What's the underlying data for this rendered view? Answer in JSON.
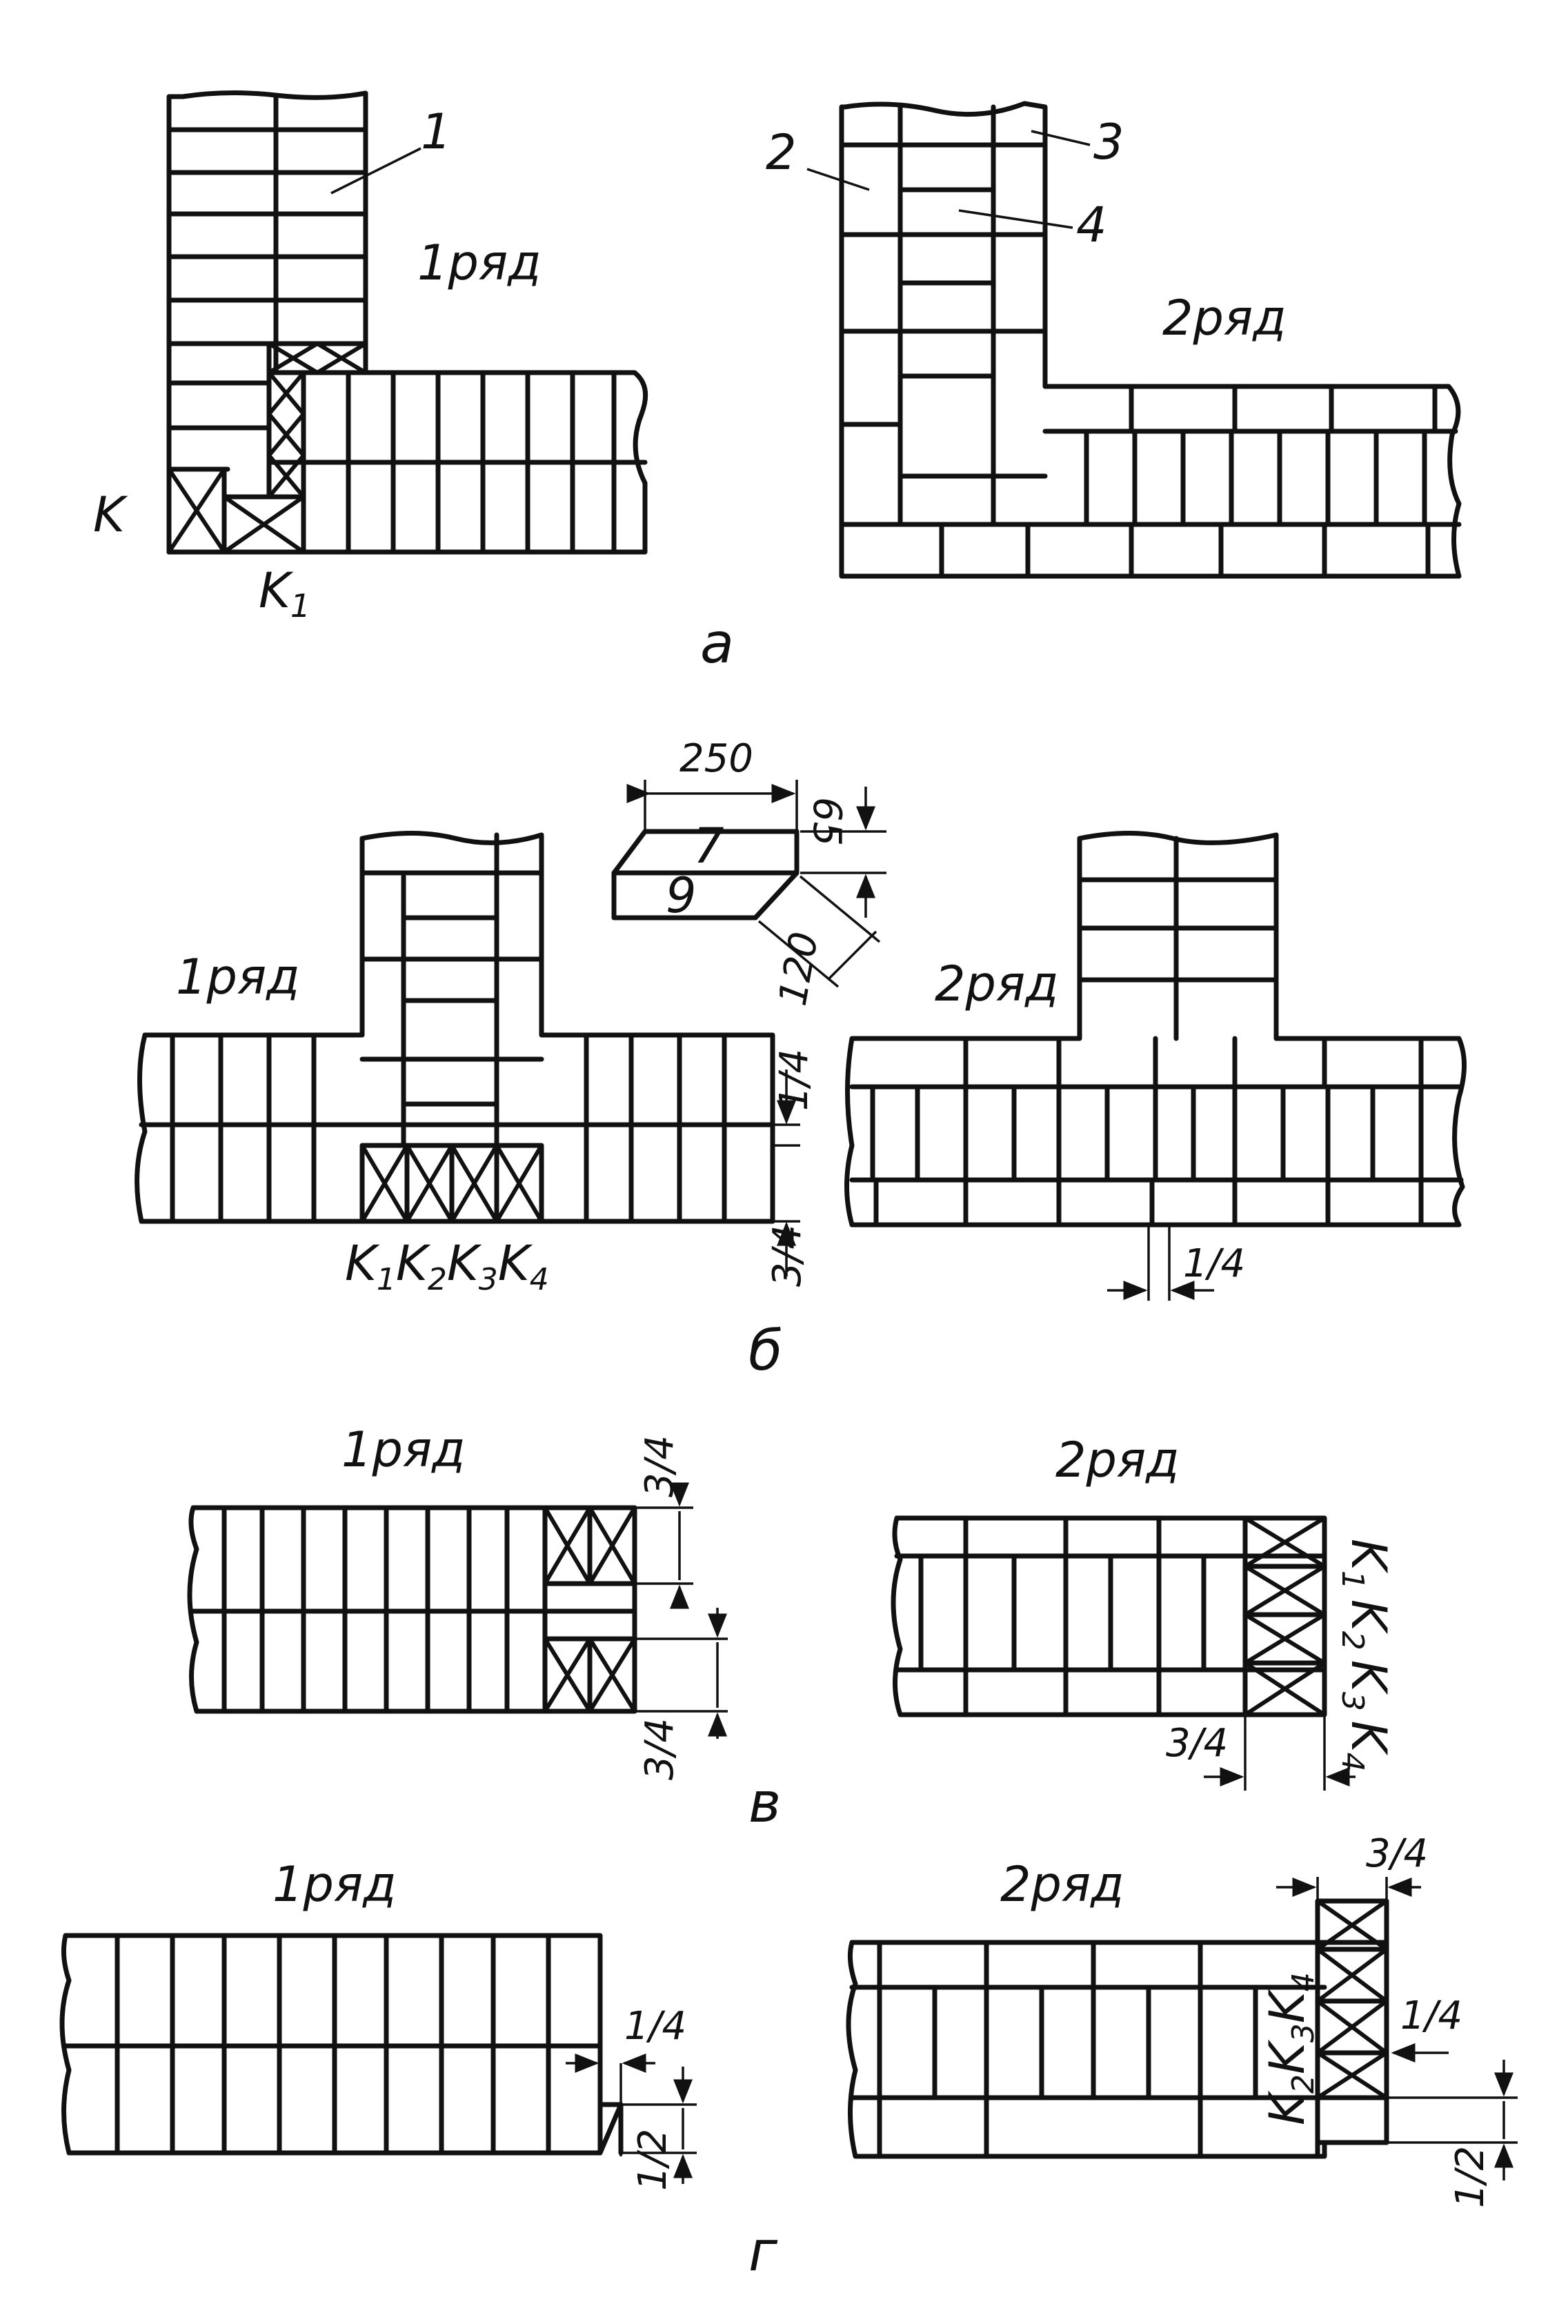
{
  "panel_a": {
    "caption": "а",
    "row1_label": "1ряд",
    "row2_label": "2ряд",
    "callouts": [
      "1",
      "2",
      "3",
      "4"
    ],
    "corner_labels": [
      "K",
      "K1"
    ]
  },
  "panel_b": {
    "caption": "б",
    "row1_label": "1ряд",
    "row2_label": "2ряд",
    "brick": {
      "length": "250",
      "height": "65",
      "width": "120",
      "face_top": "7",
      "face_side": "9"
    },
    "dims": [
      "1/4",
      "3/4",
      "1/4"
    ],
    "queen_closers": "K1K2K3K4"
  },
  "panel_v": {
    "caption": "в",
    "row1_label": "1ряд",
    "row2_label": "2ряд",
    "dims": [
      "3/4",
      "3/4",
      "3/4"
    ],
    "queen_closers": "K1 K2 K3 K4"
  },
  "panel_g": {
    "caption": "г",
    "row1_label": "1ряд",
    "row2_label": "2ряд",
    "dims": [
      "1/4",
      "1/2",
      "3/4",
      "1/4",
      "1/2"
    ],
    "queen_closers": "K2K3K4"
  }
}
